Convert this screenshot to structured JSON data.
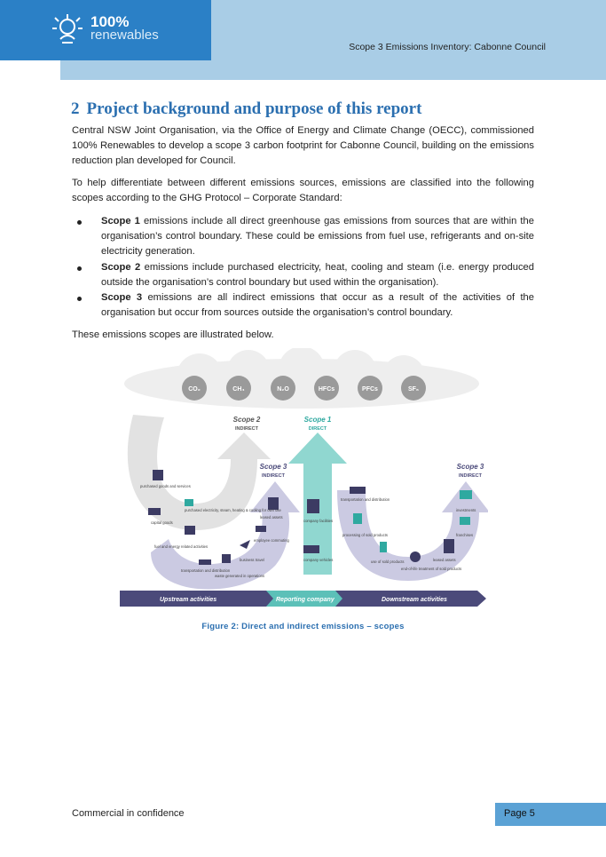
{
  "header": {
    "logo_line1": "100%",
    "logo_line2": "renewables",
    "document_title": "Scope 3 Emissions Inventory: Cabonne Council"
  },
  "section": {
    "number": "2",
    "title": "Project background and purpose of this report",
    "paragraph1": "Central NSW Joint Organisation, via the Office of Energy and Climate Change (OECC), commissioned 100% Renewables to develop a scope 3 carbon footprint for Cabonne Council, building on the emissions reduction plan developed for Council.",
    "paragraph2": "To help differentiate between different emissions sources, emissions are classified into the following scopes according to the GHG Protocol – Corporate Standard:",
    "bullets": [
      {
        "term": "Scope 1",
        "text": " emissions include all direct greenhouse gas emissions from sources that are within the organisation’s control boundary. These could be emissions from fuel use, refrigerants and on-site electricity generation."
      },
      {
        "term": "Scope 2",
        "text": " emissions include purchased electricity, heat, cooling and steam (i.e. energy produced outside the organisation’s control boundary but used within the organisation)."
      },
      {
        "term": "Scope 3",
        "text": " emissions are all indirect emissions that occur as a result of the activities of the organisation but occur from sources outside the organisation’s control boundary."
      }
    ],
    "paragraph3": "These emissions scopes are illustrated below."
  },
  "figure": {
    "gases": [
      "CO₂",
      "CH₄",
      "N₂O",
      "HFCs",
      "PFCs",
      "SF₆"
    ],
    "scope2": {
      "title": "Scope 2",
      "sub": "INDIRECT"
    },
    "scope1": {
      "title": "Scope 1",
      "sub": "DIRECT"
    },
    "scope3_up": {
      "title": "Scope 3",
      "sub": "INDIRECT"
    },
    "scope3_down": {
      "title": "Scope 3",
      "sub": "INDIRECT"
    },
    "upstream_labels": [
      "purchased goods and services",
      "purchased electricity, steam, heating & cooling for own use",
      "capital goods",
      "fuel and energy related activities",
      "transportation and distribution",
      "waste generated in operations",
      "business travel",
      "employee commuting",
      "leased assets"
    ],
    "reporting_labels": [
      "company facilities",
      "company vehicles"
    ],
    "downstream_labels": [
      "transportation and distribution",
      "processing of sold products",
      "use of sold products",
      "end-of-life treatment of sold products",
      "leased assets",
      "franchises",
      "investments"
    ],
    "band": {
      "upstream": "Upstream activities",
      "reporting": "Reporting company",
      "downstream": "Downstream activities"
    },
    "caption": "Figure 2: Direct and indirect emissions – scopes",
    "colors": {
      "band": "#4b4a7a",
      "scope1_arrow": "#7cd0c8",
      "scope3_arrow": "#b8b7d8",
      "gas_circle": "#9a9a9a"
    }
  },
  "footer": {
    "left": "Commercial in confidence",
    "page": "Page 5"
  }
}
